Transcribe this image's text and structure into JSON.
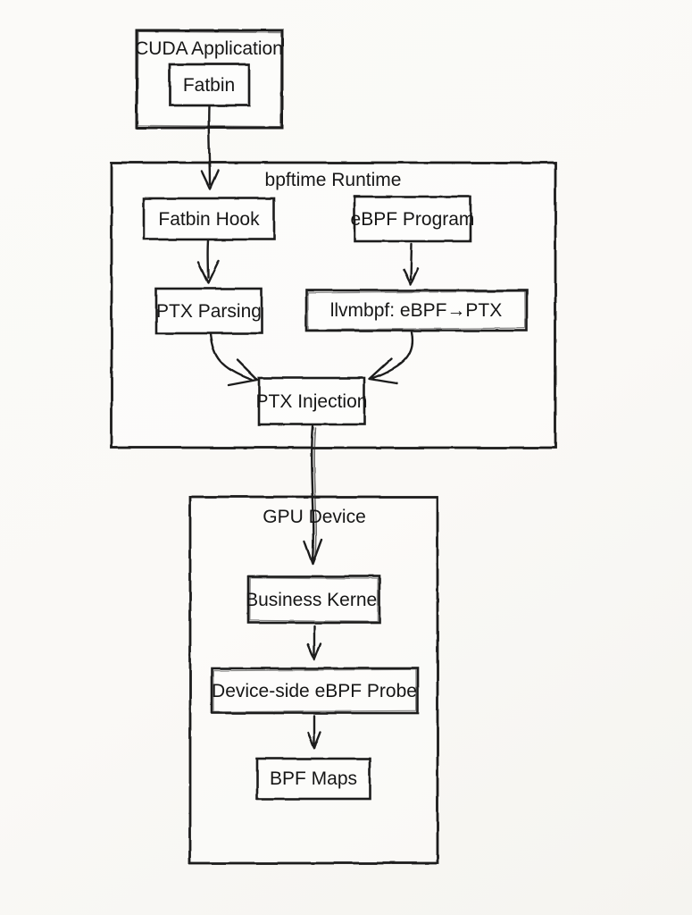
{
  "page": {
    "background_color": "#faf9f6",
    "ink_color": "#1b1b1b",
    "style": "hand-drawn flowchart"
  },
  "nodes": {
    "cuda_app": {
      "label": "CUDA Application"
    },
    "fatbin": {
      "label": "Fatbin"
    },
    "runtime": {
      "label": "bpftime Runtime"
    },
    "fatbin_hook": {
      "label": "Fatbin Hook"
    },
    "ebpf_program": {
      "label": "eBPF Program"
    },
    "ptx_parsing": {
      "label": "PTX Parsing"
    },
    "llvmbpf": {
      "label": "llvmbpf: eBPF→PTX"
    },
    "ptx_injection": {
      "label": "PTX Injection"
    },
    "gpu_device": {
      "label": "GPU Device"
    },
    "business_kernel": {
      "label": "Business Kernel"
    },
    "device_probe": {
      "label": "Device-side eBPF Probe"
    },
    "bpf_maps": {
      "label": "BPF Maps"
    }
  },
  "containers": [
    {
      "name": "CUDA Application",
      "children": [
        "Fatbin"
      ]
    },
    {
      "name": "bpftime Runtime",
      "children": [
        "Fatbin Hook",
        "eBPF Program",
        "PTX Parsing",
        "llvmbpf: eBPF→PTX",
        "PTX Injection"
      ]
    },
    {
      "name": "GPU Device",
      "children": [
        "Business Kernel",
        "Device-side eBPF Probe",
        "BPF Maps"
      ]
    }
  ],
  "edges": [
    {
      "from": "Fatbin",
      "to": "Fatbin Hook"
    },
    {
      "from": "Fatbin Hook",
      "to": "PTX Parsing"
    },
    {
      "from": "eBPF Program",
      "to": "llvmbpf: eBPF→PTX"
    },
    {
      "from": "PTX Parsing",
      "to": "PTX Injection"
    },
    {
      "from": "llvmbpf: eBPF→PTX",
      "to": "PTX Injection"
    },
    {
      "from": "PTX Injection",
      "to": "Business Kernel"
    },
    {
      "from": "Business Kernel",
      "to": "Device-side eBPF Probe"
    },
    {
      "from": "Device-side eBPF Probe",
      "to": "BPF Maps"
    }
  ]
}
